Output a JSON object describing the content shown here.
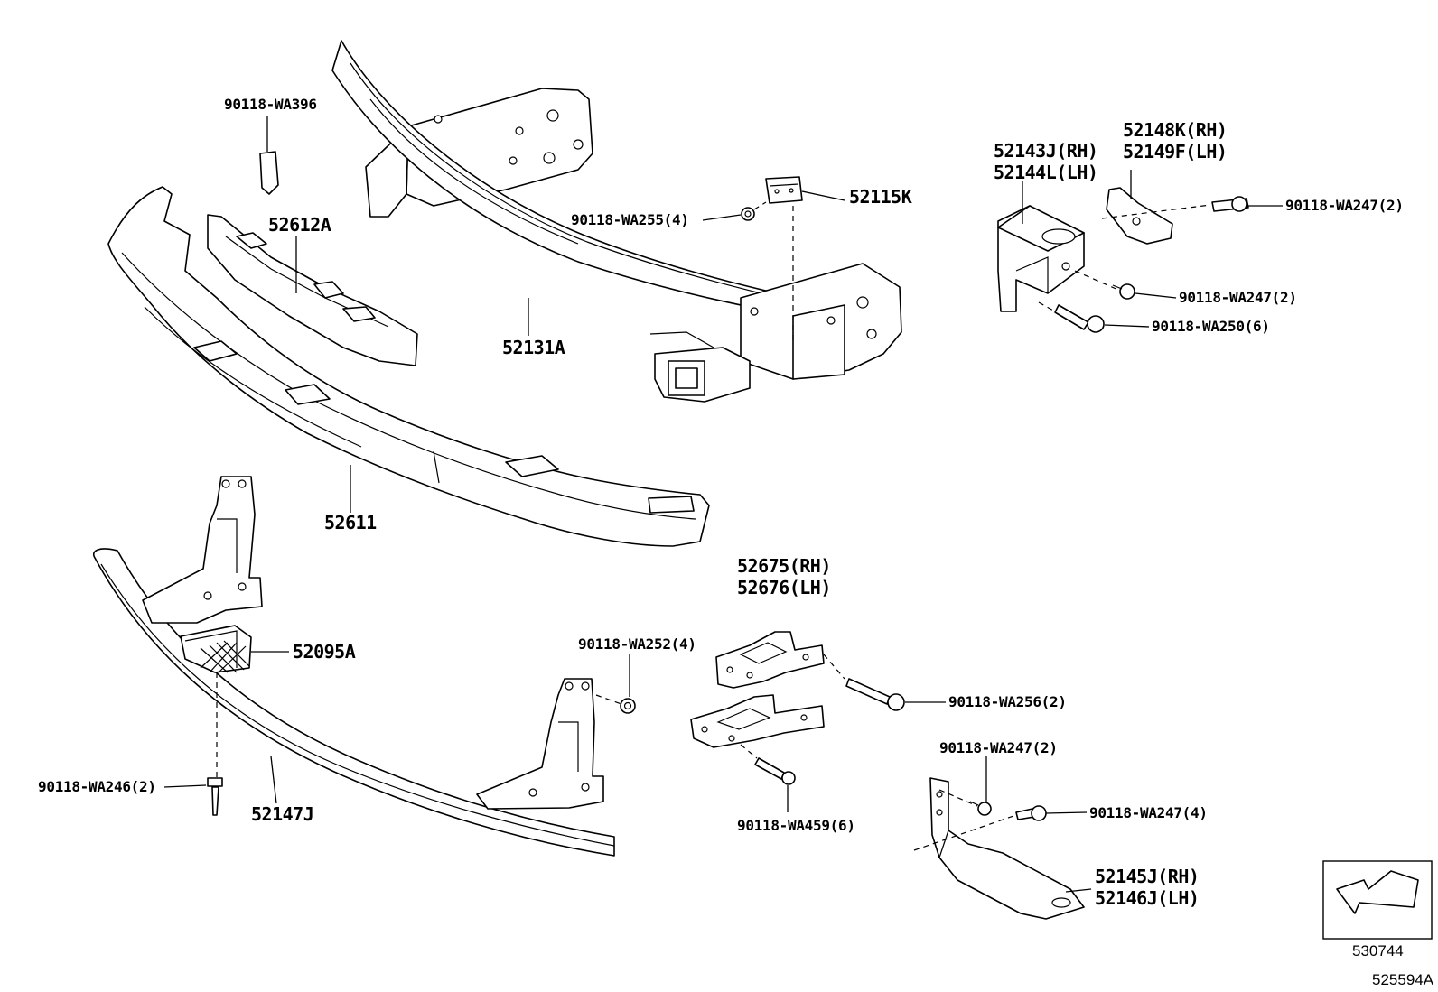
{
  "diagram": {
    "part_labels": {
      "p90118_wa396": "90118-WA396",
      "p52612a": "52612A",
      "p52611": "52611",
      "p52131a": "52131A",
      "p90118_wa255": "90118-WA255(4)",
      "p52115k": "52115K",
      "p52143j": "52143J(RH)",
      "p52144l": "52144L(LH)",
      "p52148k": "52148K(RH)",
      "p52149f": "52149F(LH)",
      "p90118_wa247_a": "90118-WA247(2)",
      "p90118_wa247_b": "90118-WA247(2)",
      "p90118_wa250": "90118-WA250(6)",
      "p52095a": "52095A",
      "p90118_wa252": "90118-WA252(4)",
      "p52675": "52675(RH)",
      "p52676": "52676(LH)",
      "p90118_wa256": "90118-WA256(2)",
      "p90118_wa246": "90118-WA246(2)",
      "p52147j": "52147J",
      "p90118_wa459": "90118-WA459(6)",
      "p90118_wa247_c": "90118-WA247(2)",
      "p90118_wa247_d": "90118-WA247(4)",
      "p52145j": "52145J(RH)",
      "p52146j": "52146J(LH)"
    },
    "front_indicator": {
      "icon": "front-arrow-icon",
      "code": "530744"
    },
    "figure_code": "525594A",
    "colors": {
      "ink": "#000000",
      "paper": "#ffffff"
    }
  }
}
